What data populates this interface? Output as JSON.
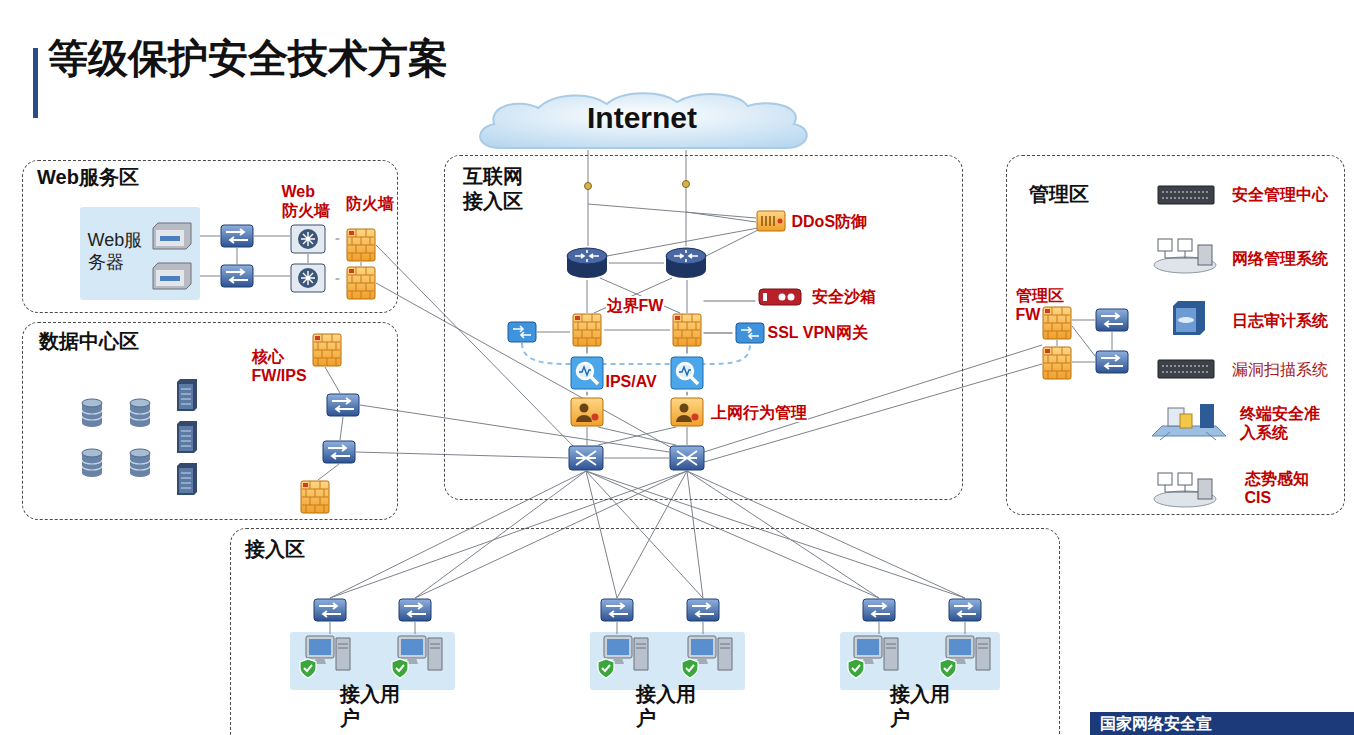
{
  "diagram": {
    "title": "等级保护安全技术方案",
    "nodes": [
      {
        "text": [
          "Internet"
        ]
      },
      {
        "text": [
          "Web服务区"
        ]
      },
      {
        "text": [
          "Web服 务器"
        ],
        "in": 1
      },
      {
        "text": [
          "Web 防火墙"
        ],
        "in": 1
      },
      {
        "text": [
          "防火墙"
        ],
        "in": 1
      },
      {
        "text": [
          "数据中心区"
        ]
      },
      {
        "text": [
          "核心 FW/IPS"
        ],
        "in": 5
      },
      {
        "text": [
          "互联网 接入区"
        ]
      },
      {
        "text": [
          "DDoS防御"
        ],
        "in": 7
      },
      {
        "text": [
          "安全沙箱"
        ],
        "in": 7
      },
      {
        "text": [
          "边界FW"
        ],
        "in": 7
      },
      {
        "text": [
          "SSL VPN网关"
        ],
        "in": 7
      },
      {
        "text": [
          "IPS/AV"
        ],
        "in": 7
      },
      {
        "text": [
          "上网行为管理"
        ],
        "in": 7
      },
      {
        "text": [
          "管理区"
        ]
      },
      {
        "text": [
          "管理区 FW"
        ],
        "in": 14
      },
      {
        "text": [
          "安全管理中心"
        ],
        "in": 14
      },
      {
        "text": [
          "网络管理系统"
        ],
        "in": 14
      },
      {
        "text": [
          "日志审计系统"
        ],
        "in": 14
      },
      {
        "text": [
          "漏洞扫描系统"
        ],
        "in": 14
      },
      {
        "text": [
          "终端安全准 入系统"
        ],
        "in": 14
      },
      {
        "text": [
          "态势感知 CIS"
        ],
        "in": 14
      },
      {
        "text": [
          "接入区"
        ]
      },
      {
        "text": [
          "接入用 户"
        ],
        "in": 22
      },
      {
        "text": [
          "接入用 户"
        ],
        "in": 22
      },
      {
        "text": [
          "接入用 户"
        ],
        "in": 22
      }
    ],
    "edges": [
      {
        "from": 3,
        "to": 4,
        "arrow": "none"
      },
      {
        "from": 9,
        "to": 10,
        "arrow": "none"
      },
      {
        "from": 11,
        "to": 10,
        "arrow": "none"
      },
      {
        "from": 10,
        "to": 12,
        "arrow": "none"
      },
      {
        "from": 12,
        "to": 13,
        "arrow": "none"
      }
    ],
    "labels": [
      "国家网络安全宣"
    ]
  }
}
